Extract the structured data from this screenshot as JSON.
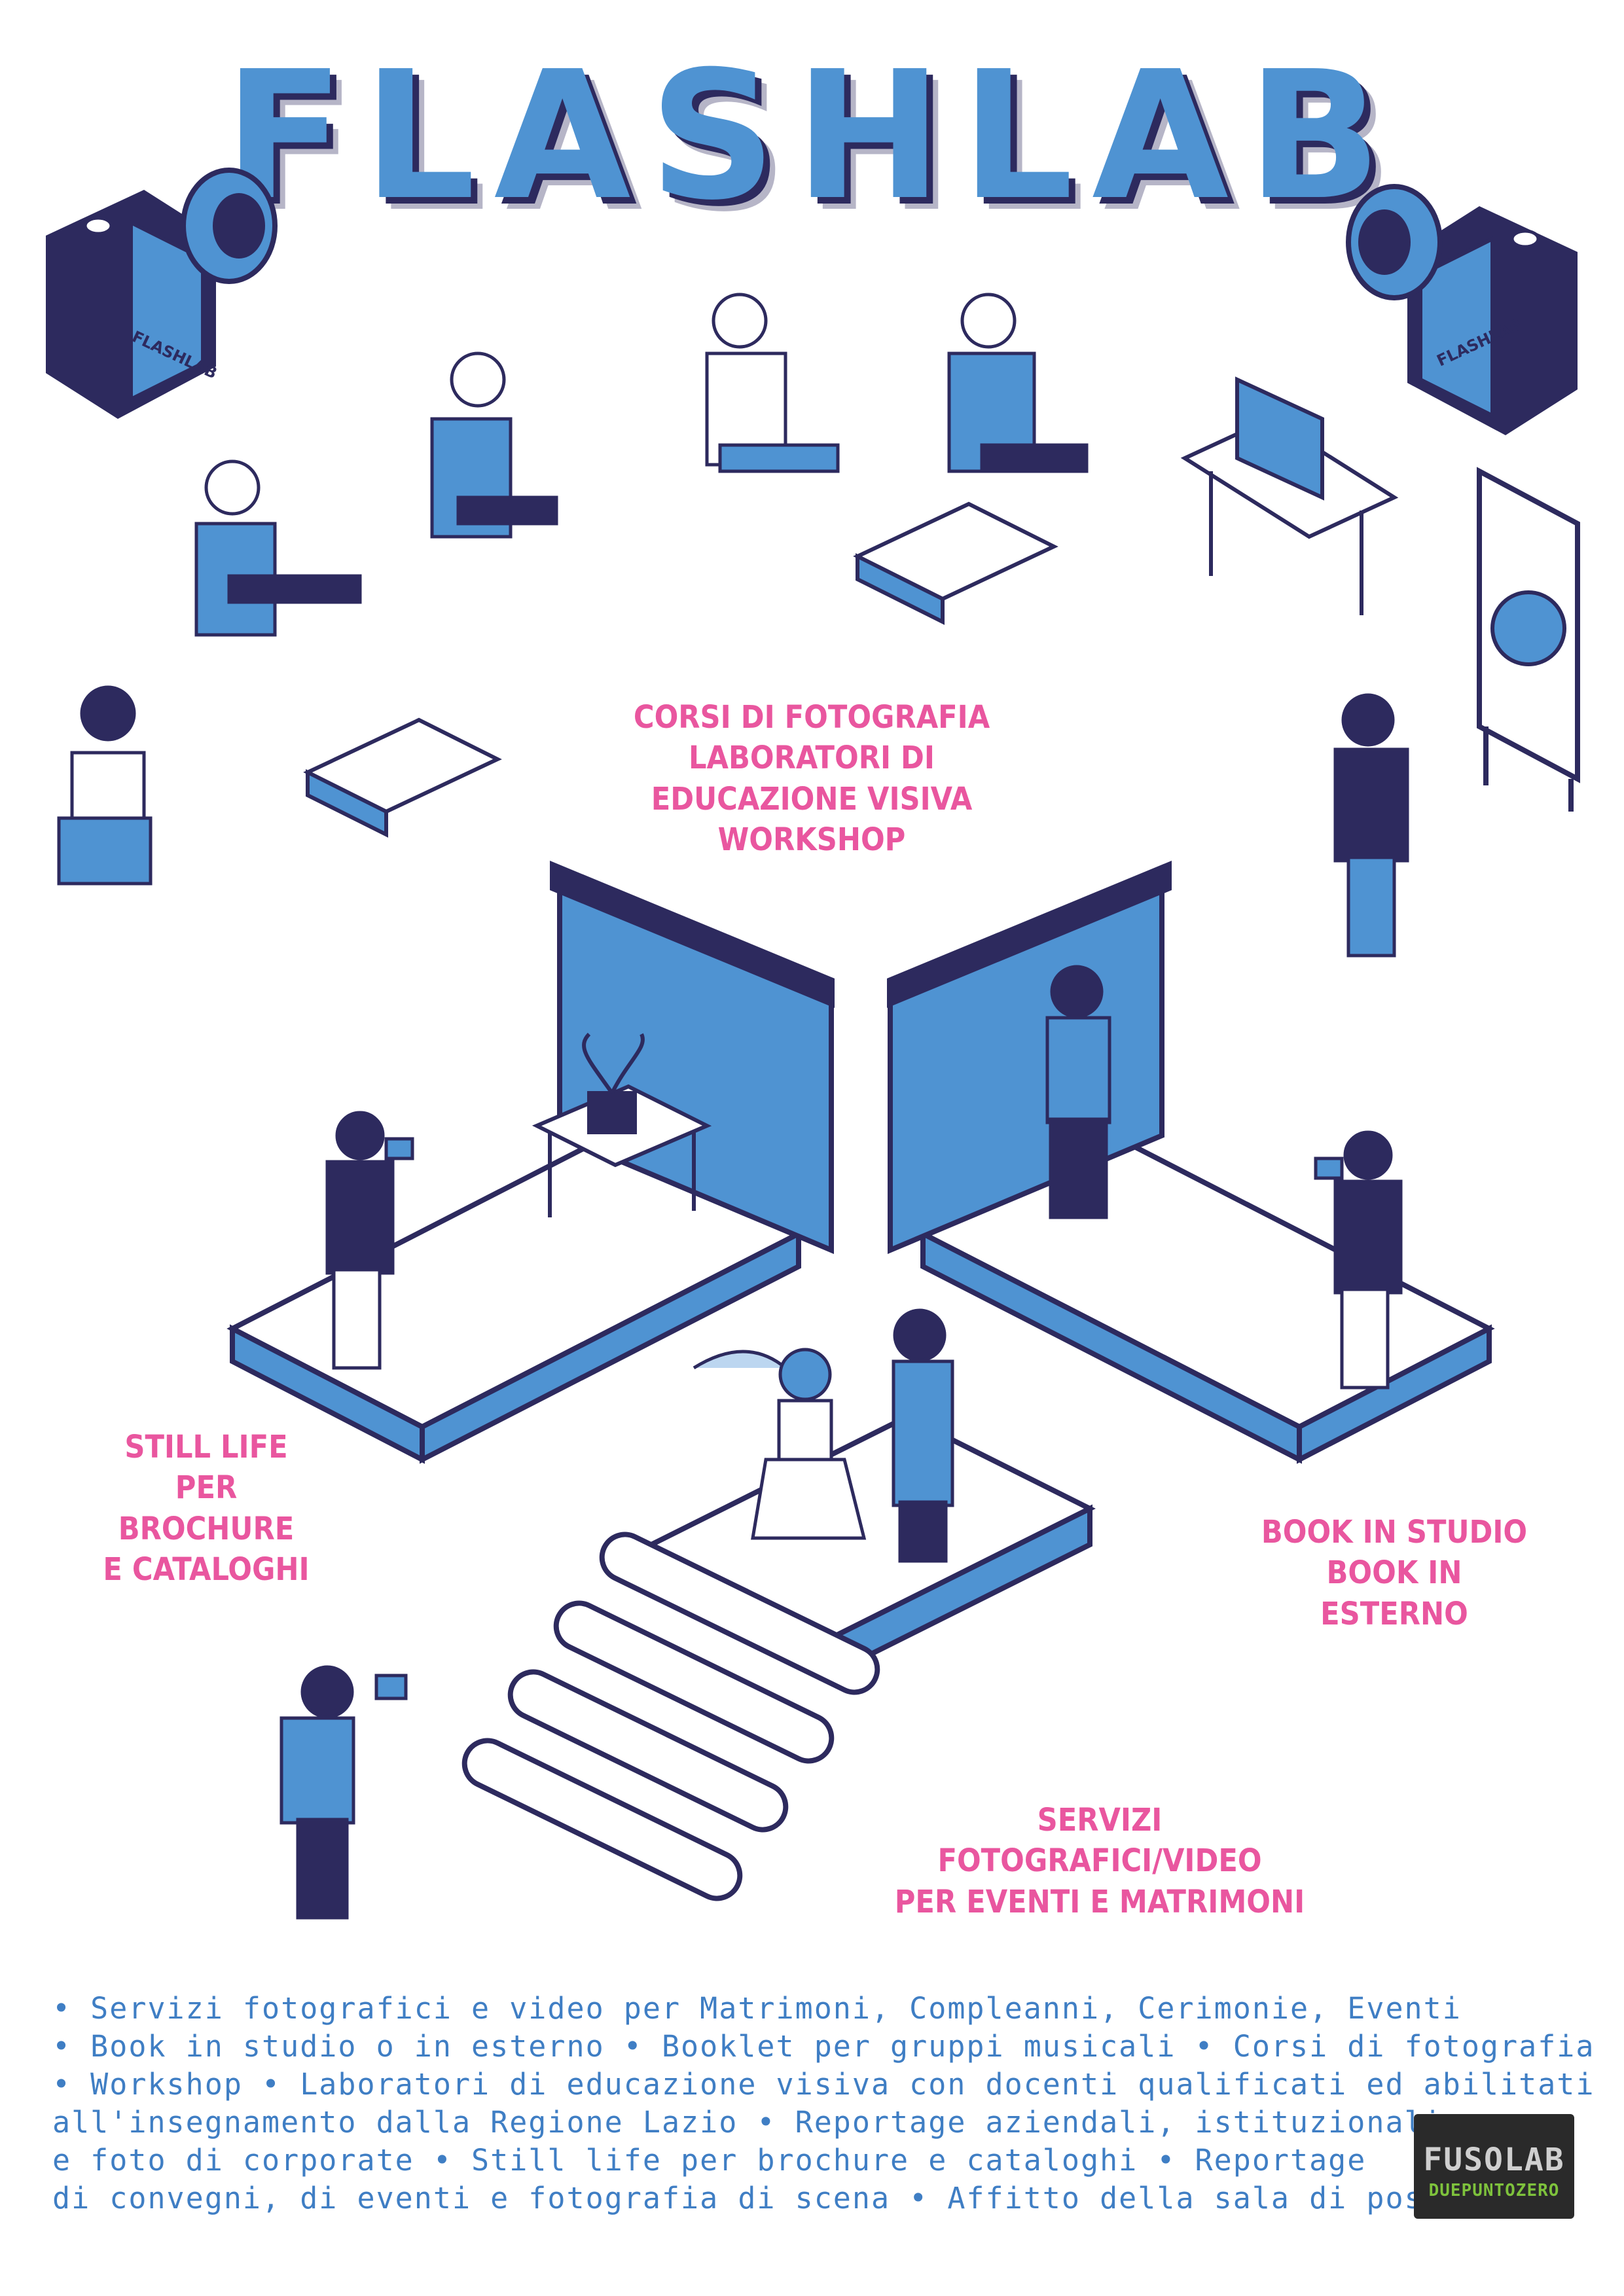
{
  "title": "FLASHLAB",
  "services_top": [
    "CORSI DI FOTOGRAFIA",
    "LABORATORI DI EDUCAZIONE VISIVA",
    "WORKSHOP"
  ],
  "services_left": [
    "STILL LIFE",
    "PER BROCHURE",
    "E CATALOGHI"
  ],
  "services_right": [
    "BOOK IN STUDIO",
    "BOOK IN ESTERNO"
  ],
  "services_bottom": [
    "SERVIZI FOTOGRAFICI/VIDEO",
    "PER EVENTI E MATRIMONI"
  ],
  "camera_label": "FLASHLAB",
  "description_lines": [
    "• Servizi fotografici e video per Matrimoni, Compleanni, Cerimonie, Eventi",
    "• Book in studio o in esterno • Booklet per gruppi musicali • Corsi di fotografia",
    "• Workshop • Laboratori di educazione visiva con docenti qualificati ed abilitati",
    "all'insegnamento dalla Regione Lazio • Reportage aziendali, istituzionali",
    "e foto di corporate • Still life per brochure e cataloghi • Reportage",
    "di convegni, di eventi e fotografia di scena • Affitto della sala di posa"
  ],
  "logo": {
    "line1": "FUSOLAB",
    "line2": "DUEPUNTOZERO"
  },
  "colors": {
    "blue": "#4f93d2",
    "navy": "#2d2a5e",
    "pink": "#e9569f",
    "green": "#7ec23c"
  }
}
